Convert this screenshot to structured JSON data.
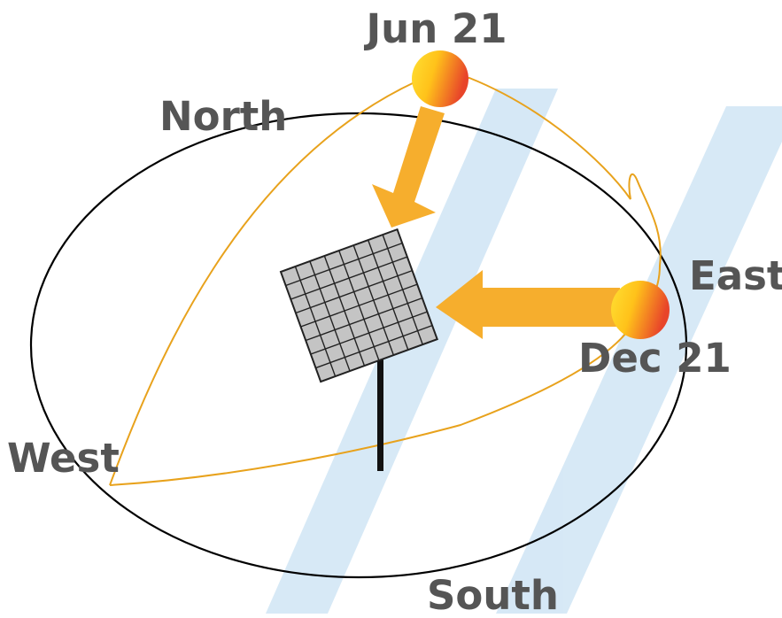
{
  "labels": {
    "north": "North",
    "south": "South",
    "east": "East",
    "west": "West",
    "summer_solstice": "Jun 21",
    "winter_solstice": "Dec 21"
  },
  "colors": {
    "background": "#ffffff",
    "text": "#555555",
    "orbit": "#000000",
    "sun_path": "#e8a21c",
    "arrow": "#f6ae2d",
    "panel_fill": "#c4c4c4",
    "panel_grid": "#222222",
    "pole": "#111111",
    "watermark": "#c9e1f3",
    "sun_light": "#ffe033",
    "sun_dark": "#e8452a"
  },
  "panel": {
    "grid_divisions": 8
  },
  "icons": {
    "sun": "sun-icon",
    "panel": "solar-panel-icon"
  }
}
